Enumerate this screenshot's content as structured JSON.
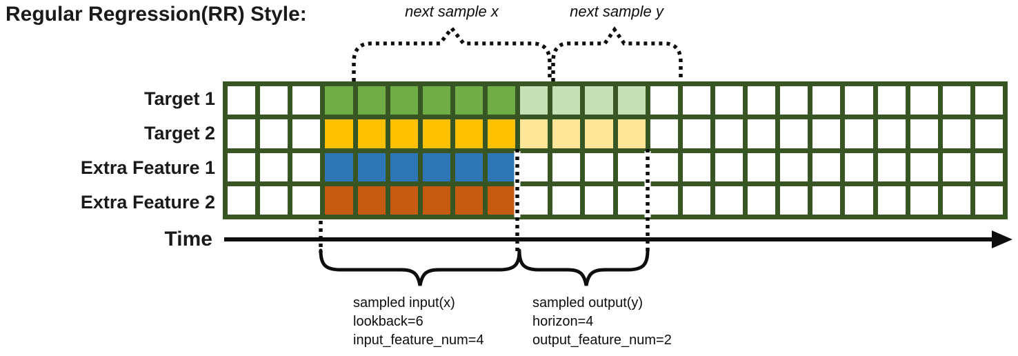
{
  "title": "Regular Regression(RR) Style:",
  "top_annotations": [
    {
      "label": "next sample x"
    },
    {
      "label": "next sample y"
    }
  ],
  "time_label": "Time",
  "grid": {
    "columns": 24,
    "input_start_col": 4,
    "input_end_col": 9,
    "output_start_col": 10,
    "output_end_col": 13,
    "line_color": "#375623",
    "empty_color": "#ffffff",
    "rows": [
      {
        "label": "Target 1",
        "input_color": "#70AD47",
        "output_color": "#C5E0B4"
      },
      {
        "label": "Target 2",
        "input_color": "#FFC000",
        "output_color": "#FFE699"
      },
      {
        "label": "Extra Feature 1",
        "input_color": "#2E75B6",
        "output_color": null
      },
      {
        "label": "Extra Feature 2",
        "input_color": "#C55A11",
        "output_color": null
      }
    ]
  },
  "bottom_annotations": [
    {
      "lines": [
        "sampled input(x)",
        "lookback=6",
        "input_feature_num=4"
      ]
    },
    {
      "lines": [
        "sampled output(y)",
        "horizon=4",
        "output_feature_num=2"
      ]
    }
  ]
}
